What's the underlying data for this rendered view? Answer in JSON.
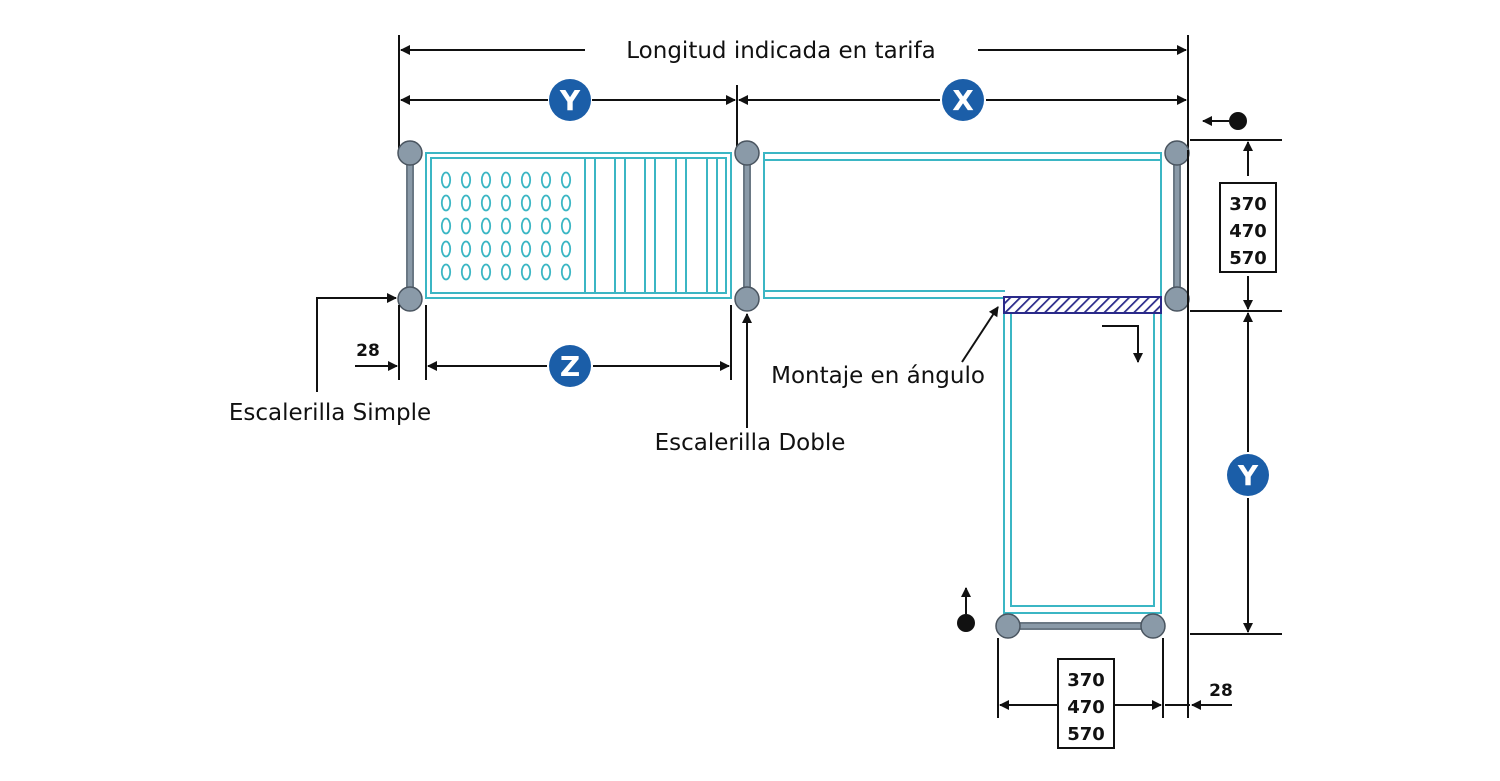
{
  "labels": {
    "total_length": "Longitud indicada en tarifa",
    "single_ladder": "Escalerilla Simple",
    "double_ladder": "Escalerilla Doble",
    "corner_mount": "Montaje en ángulo"
  },
  "badges": {
    "y_top": "Y",
    "x_top": "X",
    "z_bottom": "Z",
    "y_right": "Y"
  },
  "dimensions": {
    "offset_left": "28",
    "offset_right": "28",
    "depth_right": [
      "370",
      "470",
      "570"
    ],
    "depth_bottom": [
      "370",
      "470",
      "570"
    ]
  },
  "colors": {
    "badge": "#1b5ea8",
    "shelf": "#3bb6c4",
    "post": "#8a9aa8",
    "hatch": "#2a2a8a"
  }
}
